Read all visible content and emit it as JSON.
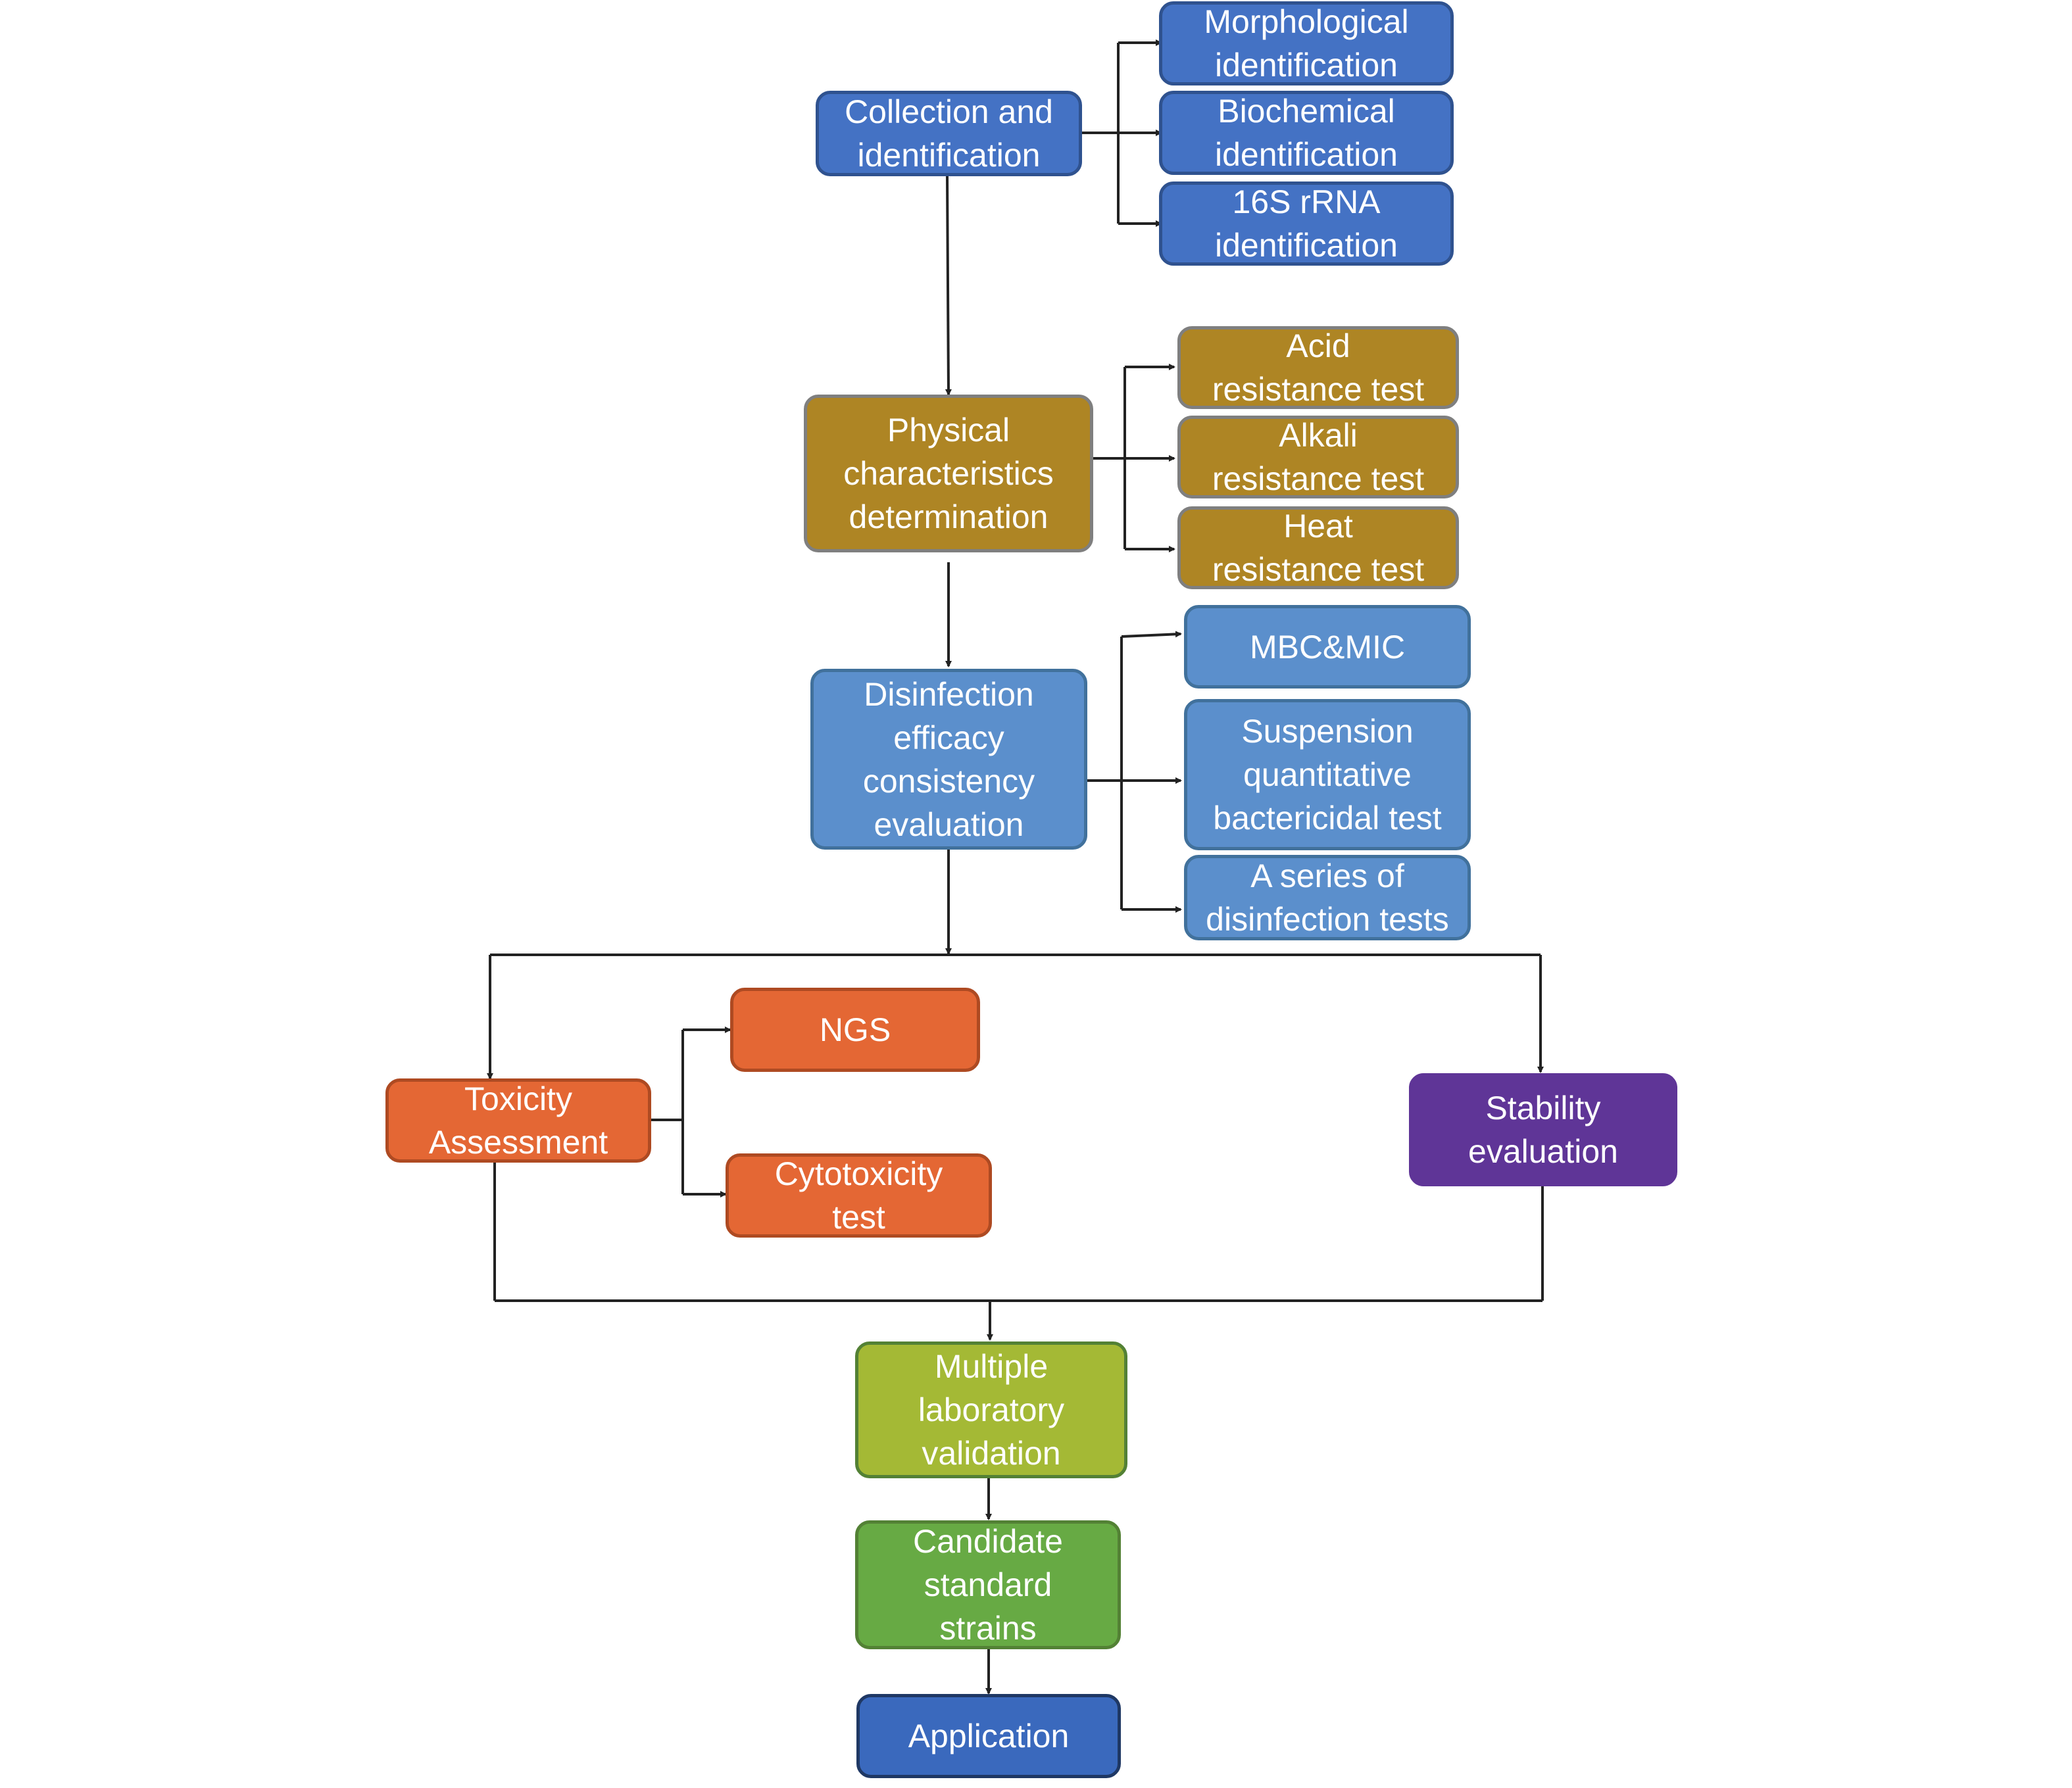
{
  "diagram": {
    "nodes": {
      "collection": "Collection and\nidentification",
      "morphological": "Morphological\nidentification",
      "biochemical": "Biochemical\nidentification",
      "rrna": "16S rRNA\nidentification",
      "physical": "Physical\ncharacteristics\ndetermination",
      "acid": "Acid\nresistance test",
      "alkali": "Alkali\nresistance test",
      "heat": "Heat\nresistance test",
      "disinfection": "Disinfection\nefficacy\nconsistency\nevaluation",
      "mbc": "MBC&MIC",
      "suspension": "Suspension\nquantitative\nbactericidal test",
      "series": "A series of\ndisinfection tests",
      "toxicity": "Toxicity\nAssessment",
      "ngs": "NGS",
      "cytotoxicity": "Cytotoxicity\ntest",
      "stability": "Stability\nevaluation",
      "multiple": "Multiple\nlaboratory\nvalidation",
      "candidate": "Candidate\nstandard\nstrains",
      "application": "Application"
    },
    "colors": {
      "identification": "#4472c4",
      "physical": "#ae8524",
      "disinfection": "#5b8fcc",
      "toxicity": "#e46734",
      "stability": "#5f3597",
      "validation": "#a4b935",
      "candidate": "#67aa44",
      "application": "#3a69bd"
    }
  }
}
